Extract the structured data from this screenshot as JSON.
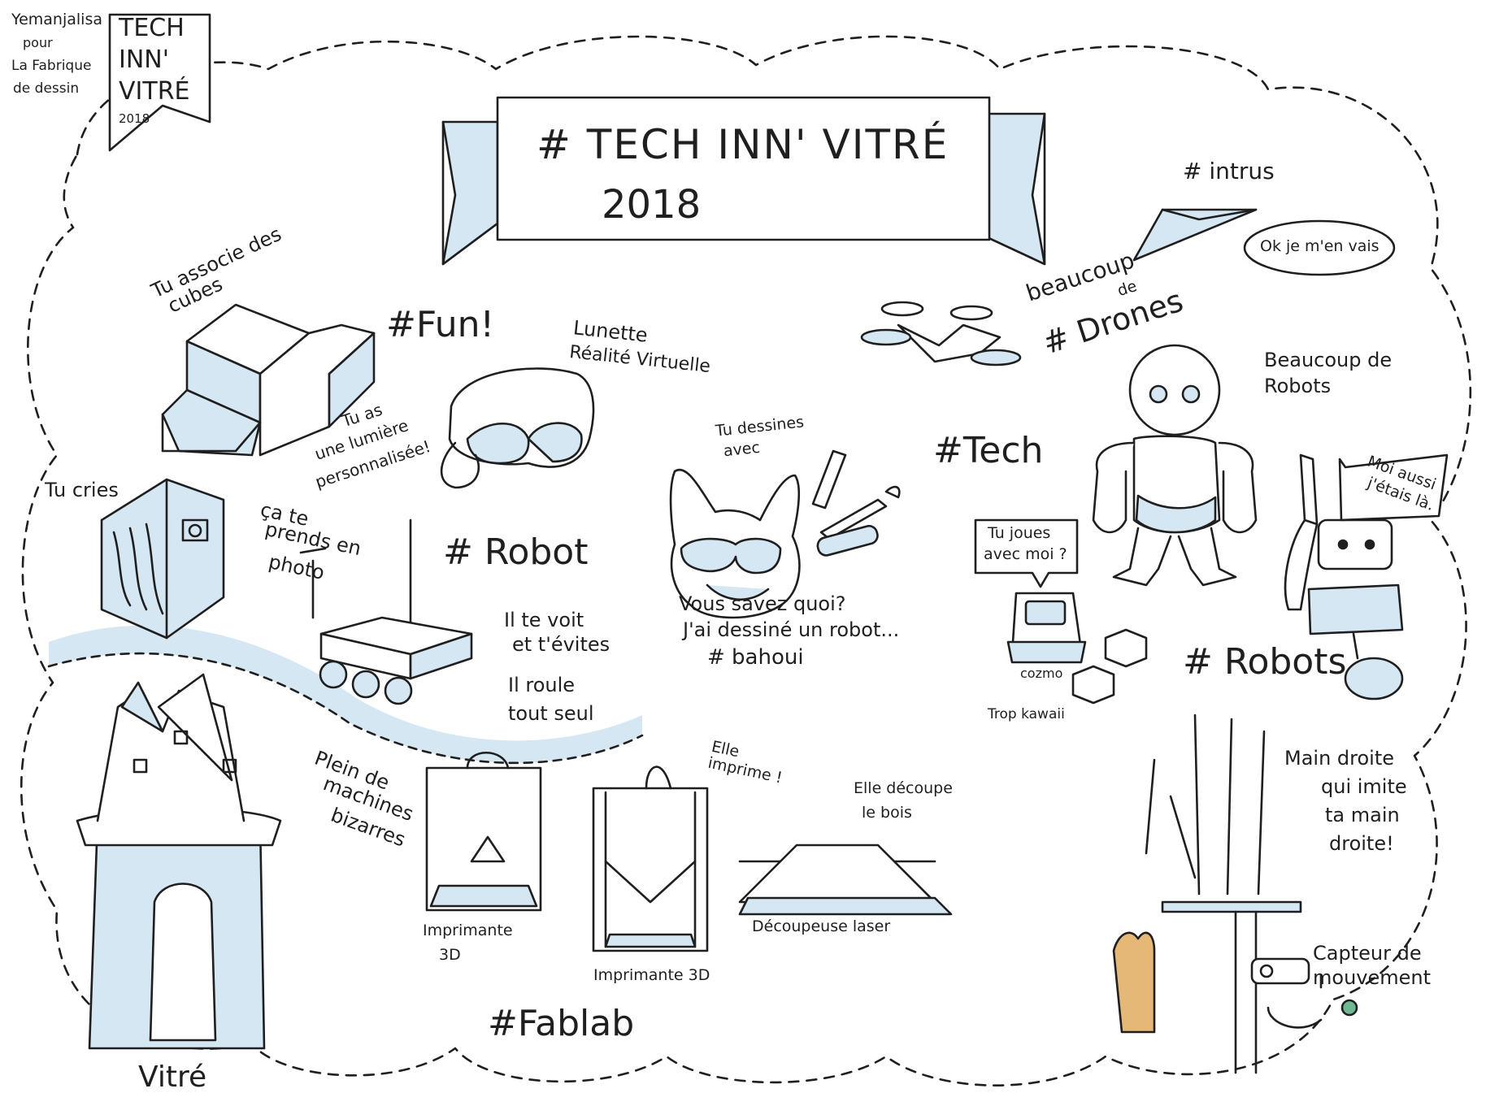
{
  "credit": {
    "line1": "Yemanjalisa",
    "line2": "pour",
    "line3": "La Fabrique",
    "line4": "de dessin"
  },
  "flag": {
    "line1": "TECH",
    "line2": "INN'",
    "line3": "VITRÉ",
    "year": "2018"
  },
  "banner": {
    "title": "# TECH INN' VITRÉ",
    "year": "2018"
  },
  "hashtags": {
    "fun": "#Fun!",
    "robot": "# Robot",
    "tech": "#Tech",
    "robots": "# Robots",
    "fablab": "#Fablab",
    "drones": "# Drones",
    "intrus": "# intrus",
    "bahoui": "# bahoui"
  },
  "notes": {
    "cubes_1": "Tu associe des",
    "cubes_2": "cubes",
    "light_1": "Tu as",
    "light_2": "une lumière",
    "light_3": "personnalisée!",
    "vr_1": "Lunette",
    "vr_2": "Réalité Virtuelle",
    "photo_creates": "Tu cries",
    "photo_1": "ça te",
    "photo_2": "prends en",
    "photo_3": "photo",
    "sees_1": "Il te voit",
    "sees_2": "et t'évites",
    "rolls_1": "Il roule",
    "rolls_2": "tout seul",
    "draw_1": "Tu dessines",
    "draw_2": "avec",
    "vous_1": "Vous savez quoi?",
    "vous_2": "J'ai dessiné un robot...",
    "drones_1": "beaucoup",
    "drones_2": "de",
    "plane_speech": "Ok je m'en vais",
    "robots_1": "Beaucoup de",
    "robots_2": "Robots",
    "play_1": "Tu joues",
    "play_2": "avec moi ?",
    "me_1": "Moi aussi",
    "me_2": "j'étais là.",
    "cozmo": "cozmo",
    "kawaii": "Trop kawaii",
    "hand_1": "Main droite",
    "hand_2": "qui imite",
    "hand_3": "ta main",
    "hand_4": "droite!",
    "sensor_1": "Capteur de",
    "sensor_2": "mouvement",
    "machines_1": "Plein de",
    "machines_2": "machines",
    "machines_3": "bizarres",
    "printer_1": "Imprimante",
    "printer_1b": "3D",
    "printer_2": "Imprimante 3D",
    "prints_1": "Elle",
    "prints_2": "imprime !",
    "cuts_1": "Elle découpe",
    "cuts_2": "le bois",
    "laser": "Découpeuse laser",
    "city": "Vitré"
  },
  "colors": {
    "ink": "#1f1f1f",
    "wash": "#d5e7f3",
    "skin": "#e6b877",
    "sensor": "#6fb891"
  }
}
